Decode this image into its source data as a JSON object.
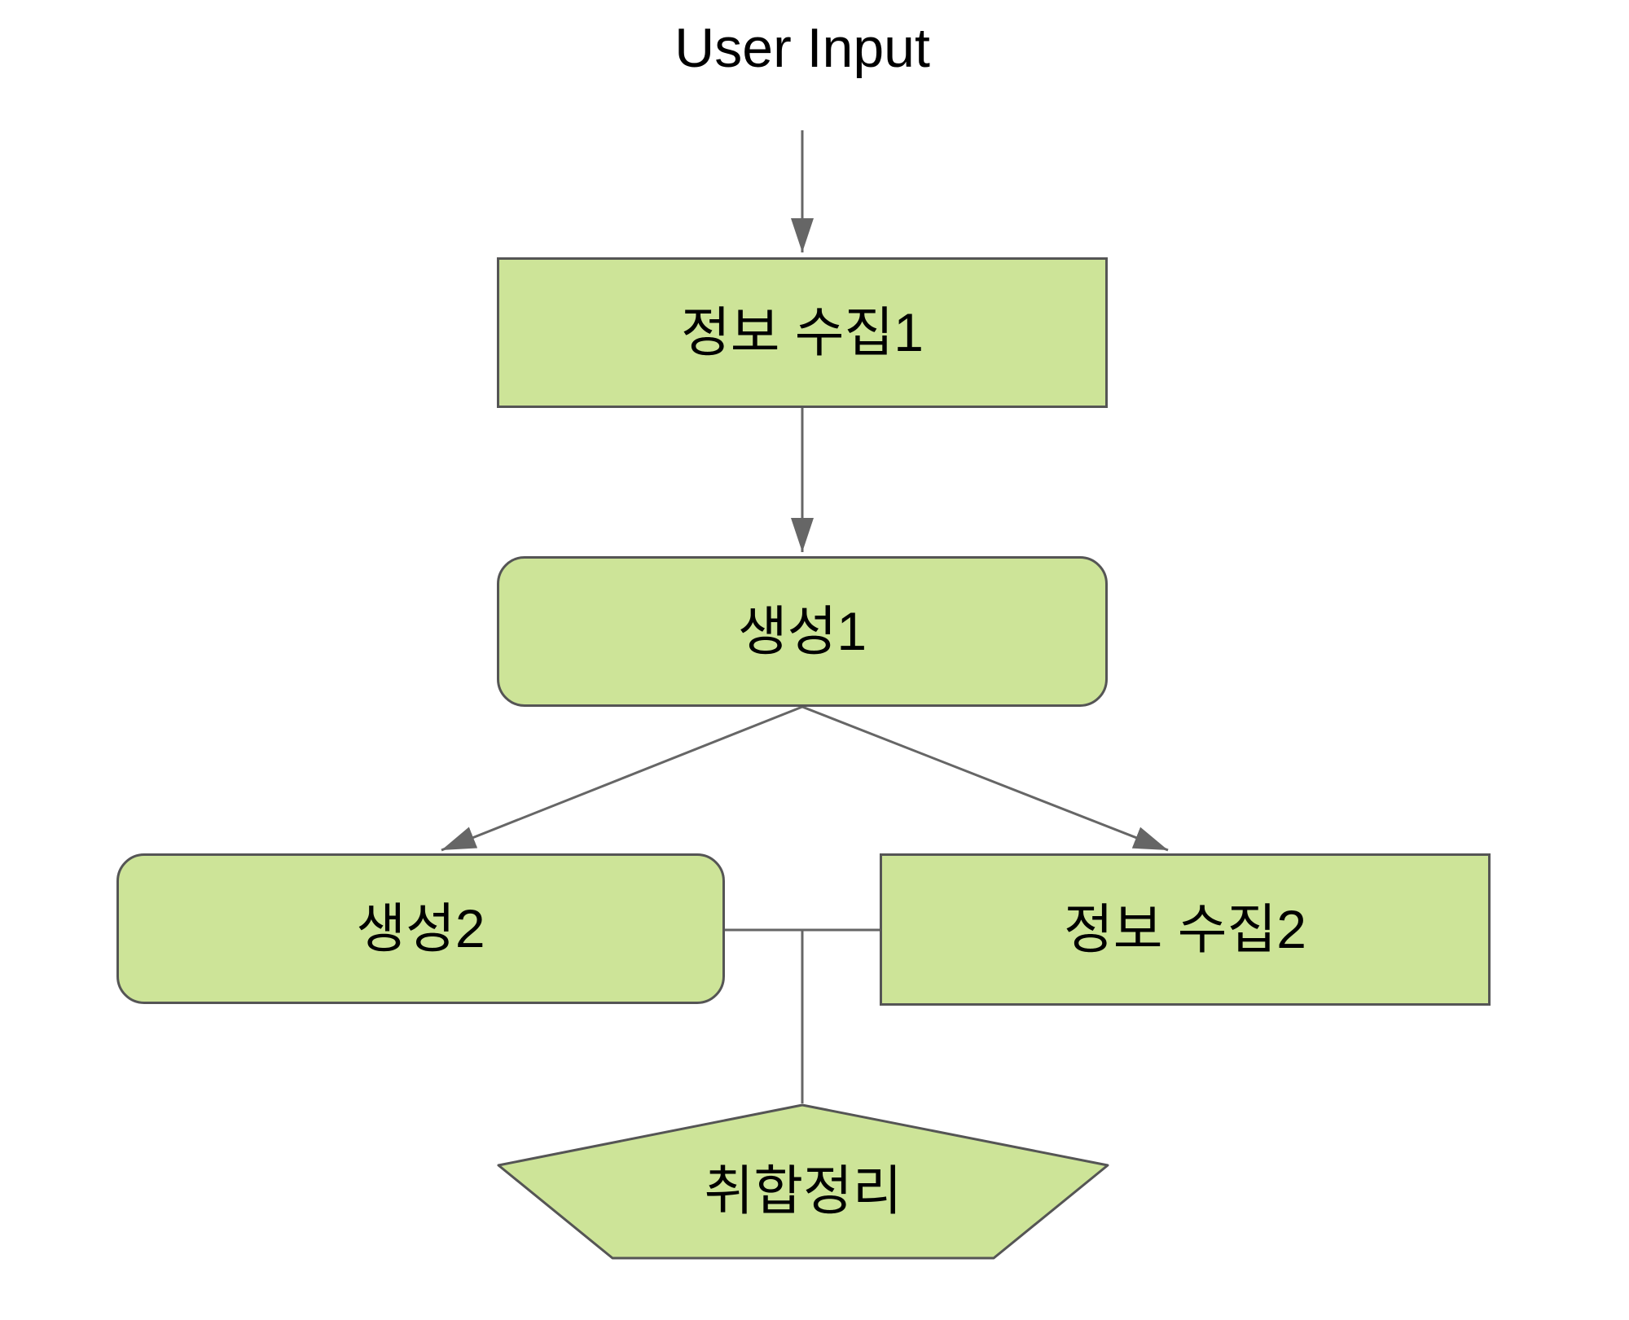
{
  "diagram": {
    "type": "flowchart",
    "direction": "top-down",
    "nodes": [
      {
        "id": "user-input",
        "label": "User Input",
        "shape": "plain-text"
      },
      {
        "id": "info-collect-1",
        "label": "정보 수집1",
        "shape": "rectangle"
      },
      {
        "id": "generate-1",
        "label": "생성1",
        "shape": "rounded-rectangle"
      },
      {
        "id": "generate-2",
        "label": "생성2",
        "shape": "rounded-rectangle"
      },
      {
        "id": "info-collect-2",
        "label": "정보 수집2",
        "shape": "rectangle"
      },
      {
        "id": "merge-organize",
        "label": "취합정리",
        "shape": "pentagon"
      }
    ],
    "edges": [
      {
        "from": "user-input",
        "to": "info-collect-1",
        "arrow": true
      },
      {
        "from": "info-collect-1",
        "to": "generate-1",
        "arrow": true
      },
      {
        "from": "generate-1",
        "to": "generate-2",
        "arrow": true
      },
      {
        "from": "generate-1",
        "to": "info-collect-2",
        "arrow": true
      },
      {
        "from": "generate-2",
        "to": "merge-organize",
        "arrow": false
      },
      {
        "from": "info-collect-2",
        "to": "merge-organize",
        "arrow": false
      }
    ],
    "colors": {
      "node_fill": "#cde498",
      "node_border": "#555555",
      "edge_line": "#666666",
      "text": "#000000",
      "background": "#ffffff"
    }
  }
}
